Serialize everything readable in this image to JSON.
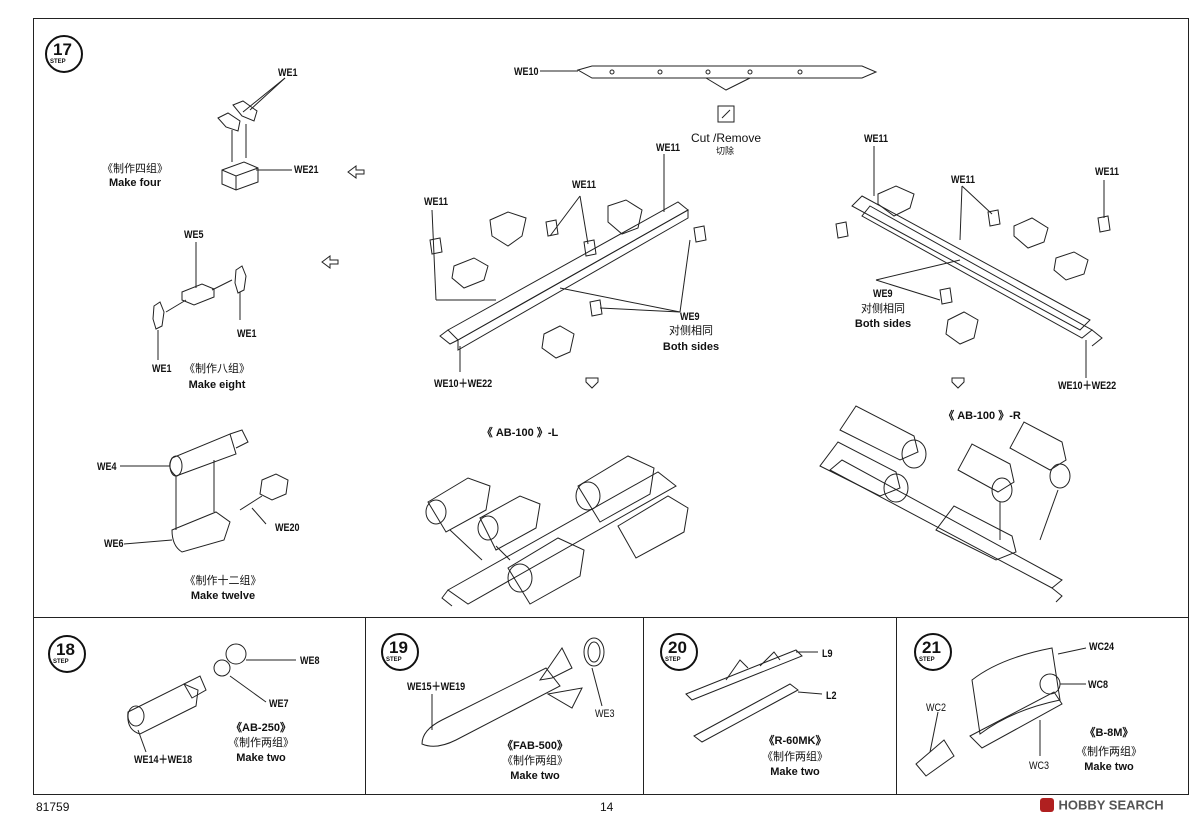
{
  "steps": {
    "s17": {
      "number": "17",
      "word": "STEP"
    },
    "s18": {
      "number": "18",
      "word": "STEP"
    },
    "s19": {
      "number": "19",
      "word": "STEP"
    },
    "s20": {
      "number": "20",
      "word": "STEP"
    },
    "s21": {
      "number": "21",
      "word": "STEP"
    }
  },
  "step17": {
    "we1_top": "WE1",
    "we21": "WE21",
    "make_four_cn": "《制作四组》",
    "make_four_en": "Make four",
    "we5": "WE5",
    "we1_mid_right": "WE1",
    "we1_mid_left": "WE1",
    "make_eight_cn": "《制作八组》",
    "make_eight_en": "Make eight",
    "we4": "WE4",
    "we20": "WE20",
    "we6": "WE6",
    "make_twelve_cn": "《制作十二组》",
    "make_twelve_en": "Make twelve",
    "we10": "WE10",
    "cut_remove": "Cut /Remove",
    "cut_cn": "切除",
    "left_we11_a": "WE11",
    "left_we11_b": "WE11",
    "left_we11_c": "WE11",
    "left_we9": "WE9",
    "left_both_cn": "对侧相同",
    "left_both_en": "Both sides",
    "left_we10_we22": "WE10＋WE22",
    "right_we11_a": "WE11",
    "right_we11_b": "WE11",
    "right_we11_c": "WE11",
    "right_we9": "WE9",
    "right_both_cn": "对侧相同",
    "right_both_en": "Both sides",
    "right_we10_we22": "WE10＋WE22",
    "ab100_l": "《 AB-100 》-L",
    "ab100_r": "《 AB-100 》-R"
  },
  "step18": {
    "we8": "WE8",
    "we7": "WE7",
    "we14_we18": "WE14＋WE18",
    "name": "《AB-250》",
    "make_two_cn": "《制作两组》",
    "make_two_en": "Make two"
  },
  "step19": {
    "we15_we19": "WE15＋WE19",
    "we3": "WE3",
    "name": "《FAB-500》",
    "make_two_cn": "《制作两组》",
    "make_two_en": "Make two"
  },
  "step20": {
    "l9": "L9",
    "l2": "L2",
    "name": "《R-60MK》",
    "make_two_cn": "《制作两组》",
    "make_two_en": "Make two"
  },
  "step21": {
    "wc24": "WC24",
    "wc8": "WC8",
    "wc2": "WC2",
    "wc3": "WC3",
    "name": "《B-8M》",
    "make_two_cn": "《制作两组》",
    "make_two_en": "Make two"
  },
  "footer": {
    "kit_number": "81759",
    "page_number": "14",
    "watermark": "HOBBY SEARCH"
  }
}
